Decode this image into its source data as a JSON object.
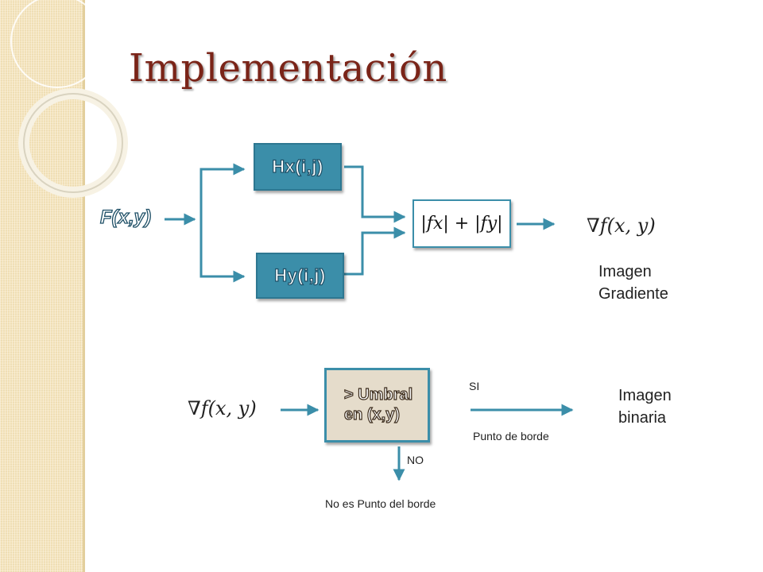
{
  "title": "Implementación",
  "top_flow": {
    "input_label": "F(x,y)",
    "hx_label": "Hx(i,j)",
    "hy_label": "Hy(i,j)",
    "formula": "|fx| + |fy|",
    "output_formula": "∇f(x, y)",
    "output_label": "Imagen\nGradiente"
  },
  "bottom_flow": {
    "input_formula": "∇f(x, y)",
    "threshold_label": "> Umbral\nen (x,y)",
    "yes_label": "SI",
    "yes_result": "Punto de borde",
    "output_label": "Imagen\nbinaria",
    "no_label": "NO",
    "no_result": "No es Punto del borde"
  },
  "colors": {
    "accent": "#3b8ea9",
    "title": "#7a2418",
    "sidebar": "#f4e4bd",
    "threshold_fill": "#e5dccb"
  }
}
